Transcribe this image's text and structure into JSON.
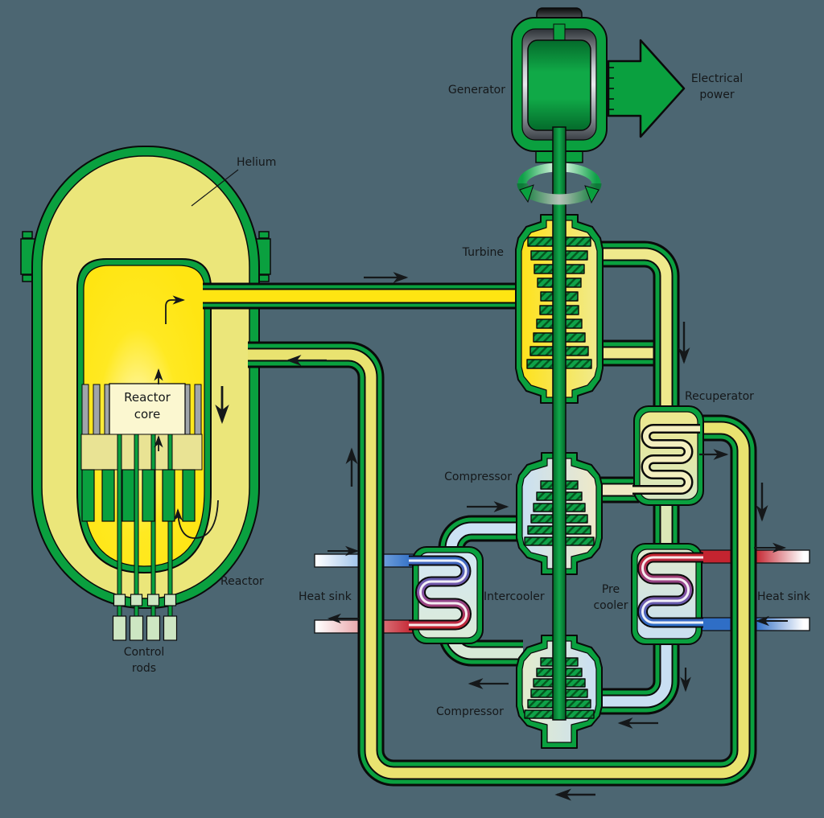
{
  "diagram": {
    "labels": {
      "helium": "Helium",
      "generator": "Generator",
      "electrical_power": "Electrical\npower",
      "turbine": "Turbine",
      "recuperator": "Recuperator",
      "compressor_top": "Compressor",
      "compressor_bottom": "Compressor",
      "intercooler": "Intercooler",
      "pre_cooler": "Pre\ncooler",
      "heat_sink_left": "Heat sink",
      "heat_sink_right": "Heat sink",
      "reactor": "Reactor",
      "reactor_core": "Reactor\ncore",
      "control_rods": "Control\nrods"
    },
    "colors": {
      "background": "#4C6672",
      "pipe_green": "#0AA03F",
      "helium_hot": "#FFE512",
      "helium_warm": "#E9E370",
      "helium_exhaust": "#EFE98C",
      "helium_cool": "#C9DFF2",
      "coolant_cold": "#2F6EC6",
      "coolant_hot": "#C42430"
    }
  }
}
